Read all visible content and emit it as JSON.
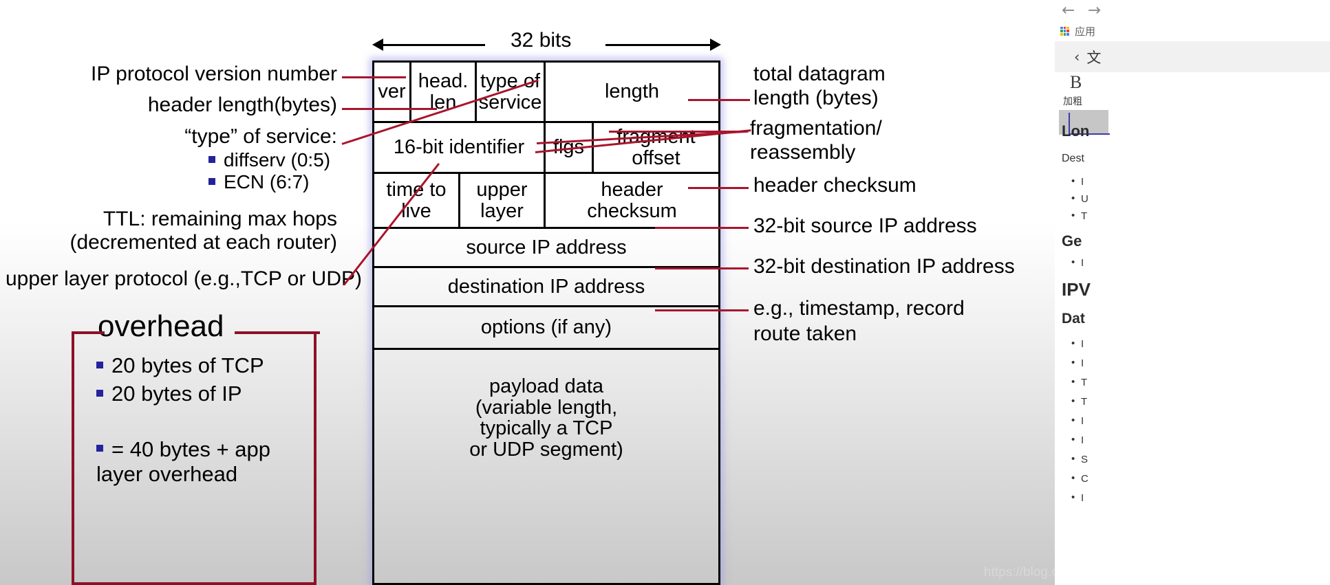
{
  "slide": {
    "width_label": "32 bits",
    "table": {
      "rows": [
        {
          "name": "row1",
          "cells": [
            {
              "label": "ver"
            },
            {
              "label": "head.\nlen"
            },
            {
              "label": "type of\nservice"
            },
            {
              "label": "length"
            }
          ]
        },
        {
          "name": "row2",
          "cells": [
            {
              "label": "16-bit identifier"
            },
            {
              "label": "flgs"
            },
            {
              "label": "fragment\noffset"
            }
          ]
        },
        {
          "name": "row3",
          "cells": [
            {
              "label": "time to\nlive"
            },
            {
              "label": "upper\nlayer"
            },
            {
              "label": "header\nchecksum"
            }
          ]
        },
        {
          "name": "row4",
          "cells": [
            {
              "label": "source IP address"
            }
          ]
        },
        {
          "name": "row5",
          "cells": [
            {
              "label": "destination IP address"
            }
          ]
        },
        {
          "name": "row6",
          "cells": [
            {
              "label": "options (if any)"
            }
          ]
        },
        {
          "name": "row7",
          "cells": [
            {
              "label": "payload data\n(variable length,\ntypically a TCP\nor UDP segment)"
            }
          ]
        }
      ]
    },
    "left_annotations": [
      {
        "id": "ip-version",
        "text": "IP protocol version number"
      },
      {
        "id": "header-length",
        "text": "header length(bytes)"
      },
      {
        "id": "type-of-service",
        "text": "“type” of service:"
      },
      {
        "id": "diffserv",
        "text": "diffserv (0:5)"
      },
      {
        "id": "ecn",
        "text": "ECN (6:7)"
      },
      {
        "id": "ttl-line1",
        "text": "TTL: remaining  max hops"
      },
      {
        "id": "ttl-line2",
        "text": "(decremented at each router)"
      },
      {
        "id": "upper-layer-protocol",
        "text": "upper layer protocol (e.g.,TCP or UDP)"
      }
    ],
    "right_annotations": [
      {
        "id": "total-datagram-length",
        "line1": "total datagram",
        "line2": "length (bytes)"
      },
      {
        "id": "fragmentation-reassembly",
        "line1": "fragmentation/",
        "line2": "reassembly"
      },
      {
        "id": "header-checksum",
        "line1": "header checksum",
        "line2": ""
      },
      {
        "id": "source-ip",
        "line1": "32-bit source IP address",
        "line2": ""
      },
      {
        "id": "destination-ip",
        "line1": "32-bit destination IP address",
        "line2": ""
      },
      {
        "id": "options",
        "line1": "e.g., timestamp, record",
        "line2": "route taken"
      }
    ],
    "overhead": {
      "title": "overhead",
      "items": [
        "20 bytes of TCP",
        "20 bytes of IP",
        "= 40 bytes + app\nlayer overhead"
      ]
    },
    "colors": {
      "leader_line": "#a8152c",
      "overhead_border": "#8c1127",
      "bullet_square": "#23239b",
      "glow": "#9696e6"
    }
  },
  "browser_panel": {
    "nav": {
      "back_icon": "←",
      "forward_icon": "→"
    },
    "bookmarks": {
      "apps_label": "应用",
      "apps_icon": "apps-grid-icon"
    },
    "breadcrumb": {
      "chevron": "‹",
      "label": "文"
    },
    "format_toolbar": {
      "bold_glyph": "B",
      "bold_label": "加粗"
    },
    "doc": {
      "heading1": "Lon",
      "para1": "Dest",
      "bullets1": [
        "I",
        "U",
        "T"
      ],
      "heading2": "Ge",
      "bullets2": [
        "I"
      ],
      "heading3": "IPV",
      "heading4": "Dat",
      "bullets3": [
        "I",
        "I",
        "T",
        "T",
        "I",
        "I",
        "S",
        "C",
        "I"
      ]
    }
  },
  "watermark": "https://blog.csdn.net/DOITJT"
}
